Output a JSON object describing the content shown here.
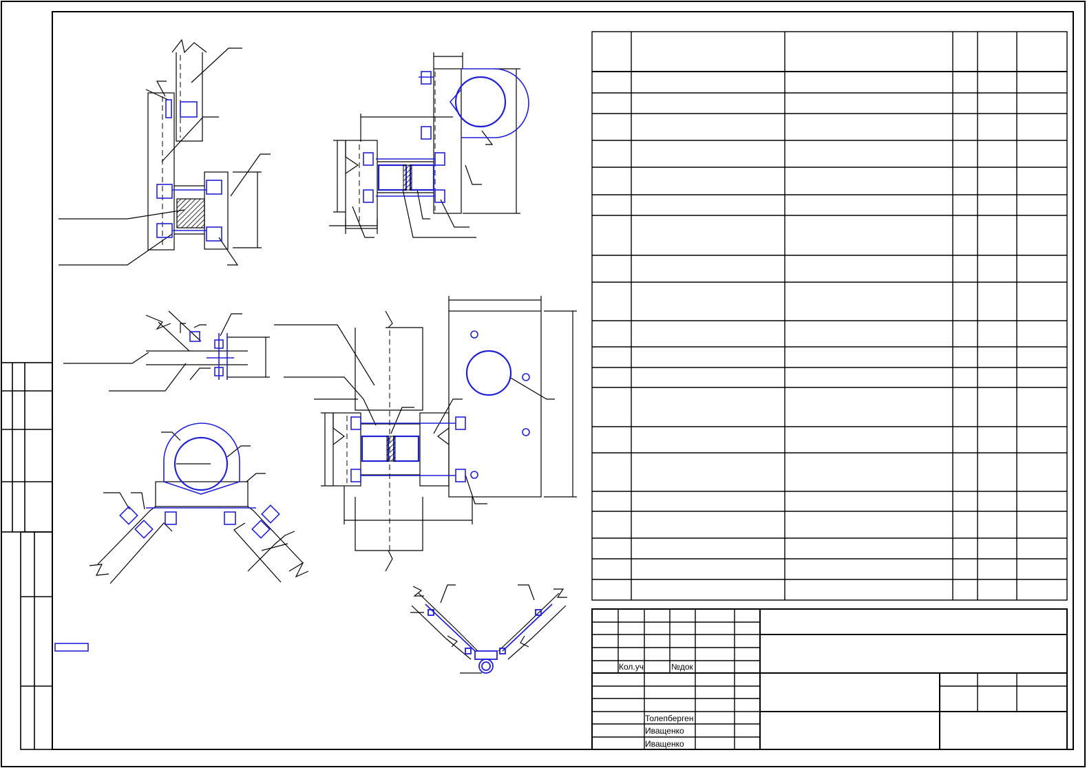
{
  "title_block": {
    "header_label_qty": "Кол.уч",
    "header_label_doc": "№док",
    "names": [
      "Толепберген",
      "Иващенко",
      "Иващенко"
    ]
  },
  "colors": {
    "line": "#000000",
    "detail": "#1f1fd6",
    "hatch": "#000000"
  }
}
